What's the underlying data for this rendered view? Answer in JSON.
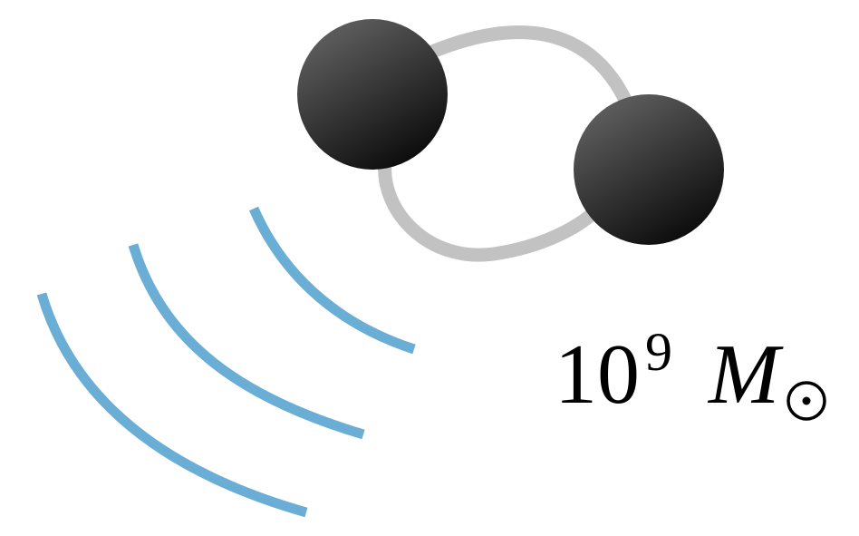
{
  "label": {
    "base": "10",
    "exponent": "9",
    "symbol": "M",
    "subscript_icon": "sun-symbol-icon"
  },
  "colors": {
    "black_hole_light": "#5a5a5a",
    "black_hole_dark": "#0c0c0c",
    "orbit": "#c2c2c2",
    "wave": "#6aaed6",
    "text": "#000000"
  },
  "icons": [
    "black-hole-icon",
    "orbit-path-icon",
    "gravitational-wave-icon",
    "sun-symbol-icon"
  ]
}
